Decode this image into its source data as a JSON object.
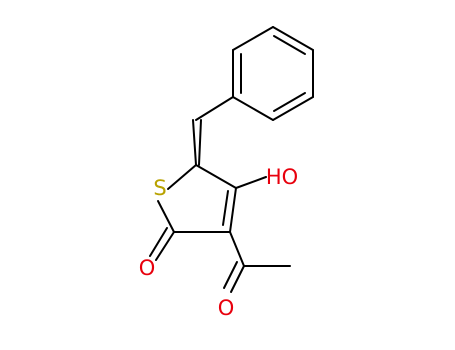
{
  "colors": {
    "bond": "#000000",
    "sulfur": "#b8a200",
    "oxygen": "#e8000d",
    "background": "#ffffff"
  },
  "atoms": {
    "sulfur": "S",
    "hydroxyl": "HO",
    "ring_carbonyl_oxygen": "O",
    "acetyl_oxygen": "O"
  }
}
